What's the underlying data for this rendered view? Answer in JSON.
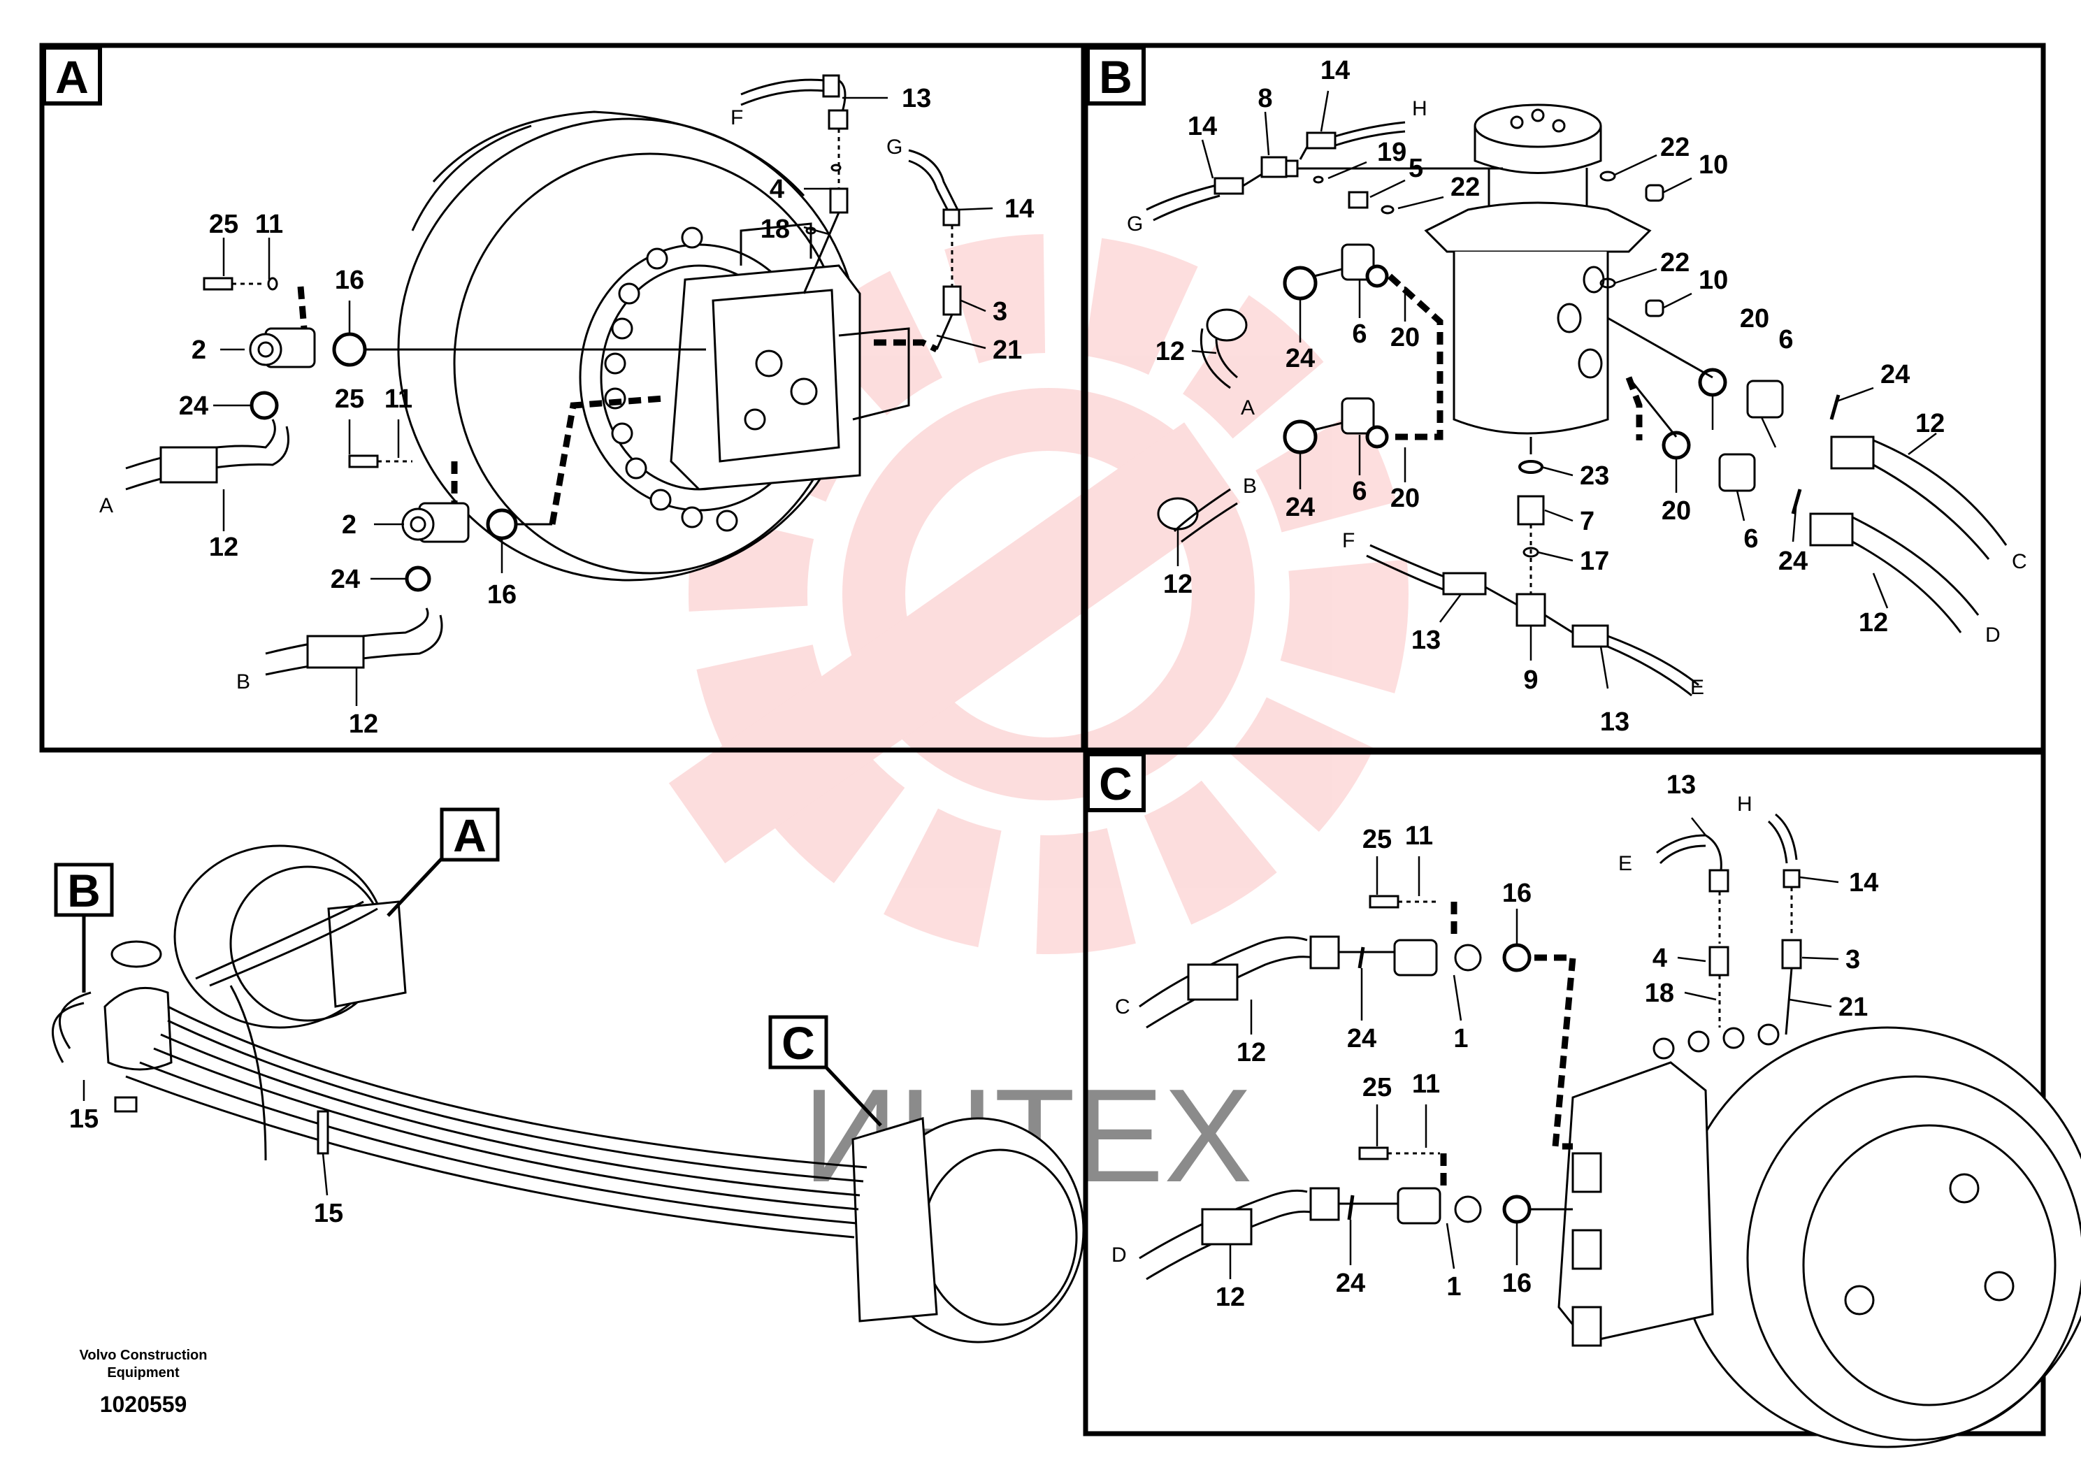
{
  "brand_color": "#f03030",
  "watermark": {
    "text": "ИНТЕХ"
  },
  "footer": {
    "line1": "Volvo Construction",
    "line2": "Equipment",
    "id": "1020559"
  },
  "panels": {
    "A": {
      "label": "A",
      "callouts": [
        {
          "text": "13"
        },
        {
          "text": "4"
        },
        {
          "text": "18"
        },
        {
          "text": "14"
        },
        {
          "text": "3"
        },
        {
          "text": "21"
        },
        {
          "text": "25"
        },
        {
          "text": "11"
        },
        {
          "text": "16"
        },
        {
          "text": "2"
        },
        {
          "text": "24"
        },
        {
          "text": "12"
        },
        {
          "text": "25"
        },
        {
          "text": "11"
        },
        {
          "text": "2"
        },
        {
          "text": "24"
        },
        {
          "text": "16"
        },
        {
          "text": "12"
        }
      ],
      "letters": [
        {
          "text": "F"
        },
        {
          "text": "G"
        },
        {
          "text": "A"
        },
        {
          "text": "B"
        }
      ]
    },
    "B": {
      "label": "B",
      "callouts": [
        {
          "text": "14"
        },
        {
          "text": "8"
        },
        {
          "text": "14"
        },
        {
          "text": "19"
        },
        {
          "text": "5"
        },
        {
          "text": "22"
        },
        {
          "text": "22"
        },
        {
          "text": "10"
        },
        {
          "text": "22"
        },
        {
          "text": "10"
        },
        {
          "text": "12"
        },
        {
          "text": "24"
        },
        {
          "text": "6"
        },
        {
          "text": "20"
        },
        {
          "text": "20"
        },
        {
          "text": "6"
        },
        {
          "text": "24"
        },
        {
          "text": "12"
        },
        {
          "text": "24"
        },
        {
          "text": "6"
        },
        {
          "text": "20"
        },
        {
          "text": "23"
        },
        {
          "text": "7"
        },
        {
          "text": "17"
        },
        {
          "text": "12"
        },
        {
          "text": "20"
        },
        {
          "text": "6"
        },
        {
          "text": "24"
        },
        {
          "text": "12"
        },
        {
          "text": "13"
        },
        {
          "text": "9"
        },
        {
          "text": "13"
        }
      ],
      "letters": [
        {
          "text": "H"
        },
        {
          "text": "G"
        },
        {
          "text": "A"
        },
        {
          "text": "B"
        },
        {
          "text": "C"
        },
        {
          "text": "D"
        },
        {
          "text": "F"
        },
        {
          "text": "E"
        }
      ]
    },
    "C": {
      "label": "C",
      "callouts": [
        {
          "text": "13"
        },
        {
          "text": "14"
        },
        {
          "text": "25"
        },
        {
          "text": "11"
        },
        {
          "text": "16"
        },
        {
          "text": "4"
        },
        {
          "text": "3"
        },
        {
          "text": "18"
        },
        {
          "text": "21"
        },
        {
          "text": "12"
        },
        {
          "text": "24"
        },
        {
          "text": "1"
        },
        {
          "text": "25"
        },
        {
          "text": "11"
        },
        {
          "text": "12"
        },
        {
          "text": "24"
        },
        {
          "text": "1"
        },
        {
          "text": "16"
        }
      ],
      "letters": [
        {
          "text": "E"
        },
        {
          "text": "H"
        },
        {
          "text": "C"
        },
        {
          "text": "D"
        }
      ]
    },
    "overview": {
      "labels": [
        {
          "text": "A"
        },
        {
          "text": "B"
        },
        {
          "text": "C"
        }
      ],
      "callouts": [
        {
          "text": "15"
        },
        {
          "text": "15"
        }
      ]
    }
  }
}
